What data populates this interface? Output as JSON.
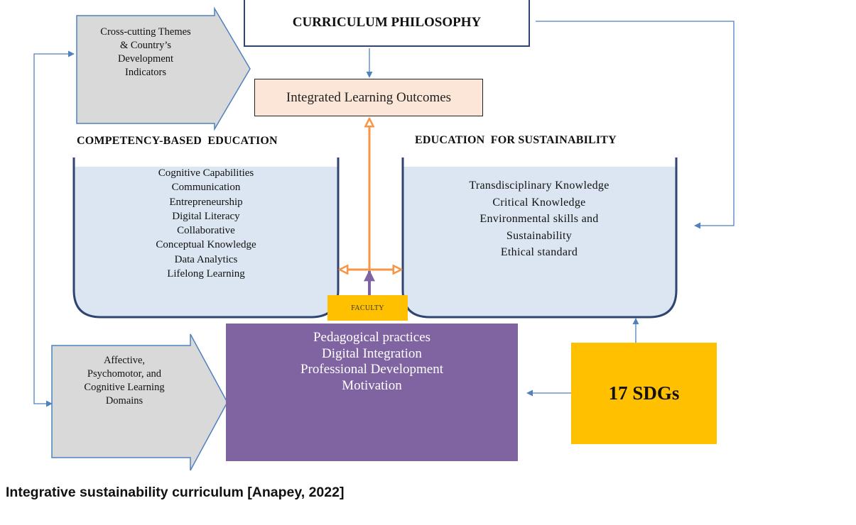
{
  "diagram": {
    "philosophy": "CURRICULUM PHILOSOPHY",
    "outcomes": "Integrated Learning Outcomes",
    "cross_cutting": [
      "Cross-cutting Themes",
      "& Country’s",
      "Development",
      "Indicators"
    ],
    "domains": [
      "Affective,",
      "Psychomotor, and",
      "Cognitive Learning",
      "Domains"
    ],
    "cbe": {
      "heading": "COMPETENCY-BASED  EDUCATION",
      "items": [
        "Cognitive Capabilities",
        "Communication",
        "Entrepreneurship",
        "Digital Literacy",
        "Collaborative",
        "Conceptual Knowledge",
        "Data Analytics",
        "Lifelong Learning"
      ]
    },
    "efs": {
      "heading": "EDUCATION  FOR SUSTAINABILITY",
      "items": [
        "Transdisciplinary Knowledge",
        "Critical Knowledge",
        "Environmental skills and",
        "Sustainability",
        "Ethical standard"
      ]
    },
    "faculty": "FACULTY",
    "practices": [
      "Pedagogical practices",
      "Digital Integration",
      "Professional Development",
      "Motivation"
    ],
    "sdgs": "17 SDGs",
    "caption": "Integrative sustainability curriculum [Anapey, 2022]"
  },
  "colors": {
    "line_blue": "#4f81bd",
    "frame_navy": "#2f4470",
    "container_fill": "#dce6f2",
    "orange": "#f79646",
    "purple": "#8064a2",
    "gold": "#ffc000",
    "gray": "#d9d9d9",
    "peach": "#fce6d7"
  }
}
